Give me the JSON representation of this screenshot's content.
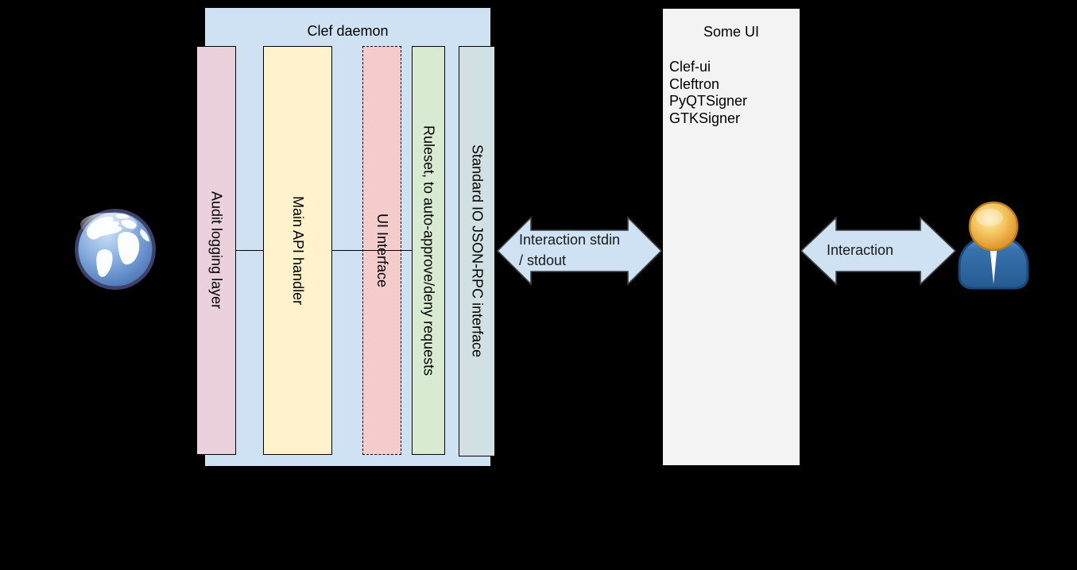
{
  "diagram": {
    "background": "#000000",
    "clef_daemon": {
      "title": "Clef daemon",
      "color": "#cfe2f3",
      "bars": [
        {
          "label": "Audit logging layer",
          "color": "#ead1dc",
          "border": "solid"
        },
        {
          "label": "Main API handler",
          "color": "#fff2cc",
          "border": "solid"
        },
        {
          "label": "UI Interface",
          "color": "#f4cccc",
          "border": "dashed"
        },
        {
          "label": "Ruleset, to auto-approve/deny requests",
          "color": "#d9ead3",
          "border": "solid"
        },
        {
          "label": "Standard IO JSON-RPC interface",
          "color": "#d0e0e3",
          "border": "solid"
        }
      ]
    },
    "some_ui": {
      "title": "Some UI",
      "color": "#f3f3f3",
      "items": [
        "Clef-ui",
        "Cleftron",
        "PyQTSigner",
        "GTKSigner"
      ]
    },
    "arrows": {
      "left": {
        "lines": [
          "Interaction stdin",
          "/ stdout"
        ],
        "fill": "#cfe2f3",
        "stroke": "#404040"
      },
      "right": {
        "label": "Interaction",
        "fill": "#cfe2f3",
        "stroke": "#404040"
      }
    },
    "icons": {
      "left": "globe-icon",
      "right": "user-icon"
    }
  }
}
